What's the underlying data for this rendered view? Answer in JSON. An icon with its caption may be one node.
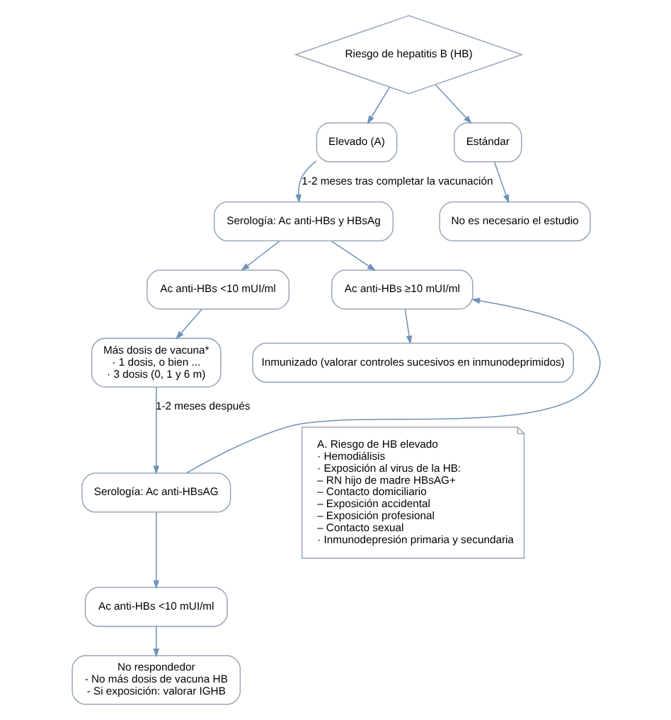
{
  "diagram": {
    "nodes": [
      {
        "text": [
          "Riesgo de hepatitis B (HB)"
        ]
      },
      {
        "text": [
          "Elevado (A)"
        ]
      },
      {
        "text": [
          "Estándar"
        ]
      },
      {
        "text": [
          "Serología: Ac anti-HBs y HBsAg"
        ]
      },
      {
        "text": [
          "No es necesario el estudio"
        ]
      },
      {
        "text": [
          "Ac anti-HBs <10 mUI/ml"
        ]
      },
      {
        "text": [
          "Ac anti-HBs ≥10 mUI/ml"
        ]
      },
      {
        "text": [
          "Inmunizado (valorar controles sucesivos en inmunodeprimidos)"
        ]
      },
      {
        "text": [
          "Más dosis de vacuna*",
          "· 1 dosis, o bien ...",
          "· 3 dosis (0, 1 y 6 m)"
        ]
      },
      {
        "text": [
          "Serología: Ac anti-HBsAG"
        ]
      },
      {
        "text": [
          "Ac anti-HBs <10 mUI/ml"
        ]
      },
      {
        "text": [
          "No respondedor",
          "- No más dosis de vacuna HB",
          "- Si exposición: valorar IGHB"
        ]
      },
      {
        "text": [
          "A. Riesgo de HB elevado",
          "· Hemodiálisis",
          "· Exposición al virus de la HB:",
          "– RN hijo de madre HBsAG+",
          "– Contacto domiciliario",
          "– Exposición accidental",
          "– Exposición profesional",
          "– Contacto sexual",
          "· Inmunodepresión primaria y secundaria"
        ]
      }
    ],
    "edges": [
      {
        "from": 0,
        "to": 1,
        "arrow": "to"
      },
      {
        "from": 0,
        "to": 2,
        "arrow": "to"
      },
      {
        "from": 1,
        "to": 3,
        "arrow": "to",
        "label": "1-2 meses tras completar la vacunación"
      },
      {
        "from": 2,
        "to": 4,
        "arrow": "to"
      },
      {
        "from": 3,
        "to": 5,
        "arrow": "to"
      },
      {
        "from": 3,
        "to": 6,
        "arrow": "to"
      },
      {
        "from": 6,
        "to": 7,
        "arrow": "to"
      },
      {
        "from": 5,
        "to": 8,
        "arrow": "to"
      },
      {
        "from": 8,
        "to": 9,
        "arrow": "to",
        "label": "1-2 meses después"
      },
      {
        "from": 9,
        "to": 6,
        "arrow": "to"
      },
      {
        "from": 9,
        "to": 10,
        "arrow": "to"
      },
      {
        "from": 10,
        "to": 11,
        "arrow": "to"
      }
    ]
  }
}
